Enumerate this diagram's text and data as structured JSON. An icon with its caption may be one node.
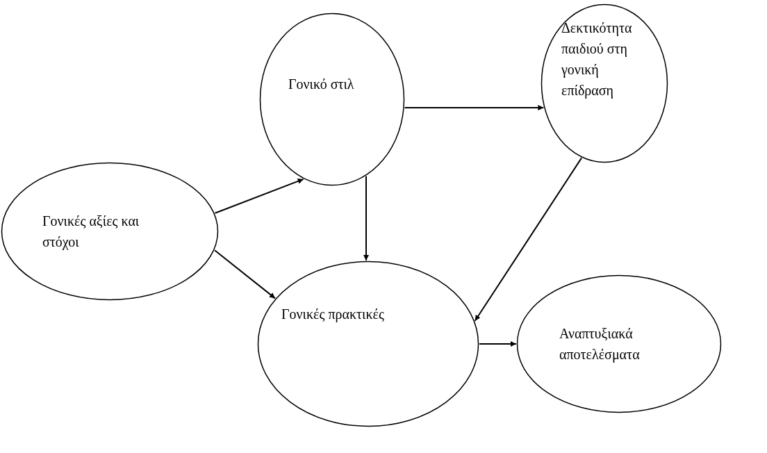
{
  "diagram": {
    "nodes": [
      {
        "text": [
          "Γονικές αξίες και στόχοι"
        ]
      },
      {
        "text": [
          "Γονικό στιλ"
        ]
      },
      {
        "text": [
          "Δεκτικότητα παιδιού στη γονική επίδραση"
        ]
      },
      {
        "text": [
          "Γονικές πρακτικές"
        ]
      },
      {
        "text": [
          "Αναπτυξιακά αποτελέσματα"
        ]
      }
    ],
    "edges": [
      {
        "from": 0,
        "to": 1,
        "arrow": "to"
      },
      {
        "from": 0,
        "to": 3,
        "arrow": "to"
      },
      {
        "from": 1,
        "to": 2,
        "arrow": "to"
      },
      {
        "from": 1,
        "to": 3,
        "arrow": "to"
      },
      {
        "from": 2,
        "to": 3,
        "arrow": "to"
      },
      {
        "from": 3,
        "to": 4,
        "arrow": "to"
      }
    ]
  }
}
